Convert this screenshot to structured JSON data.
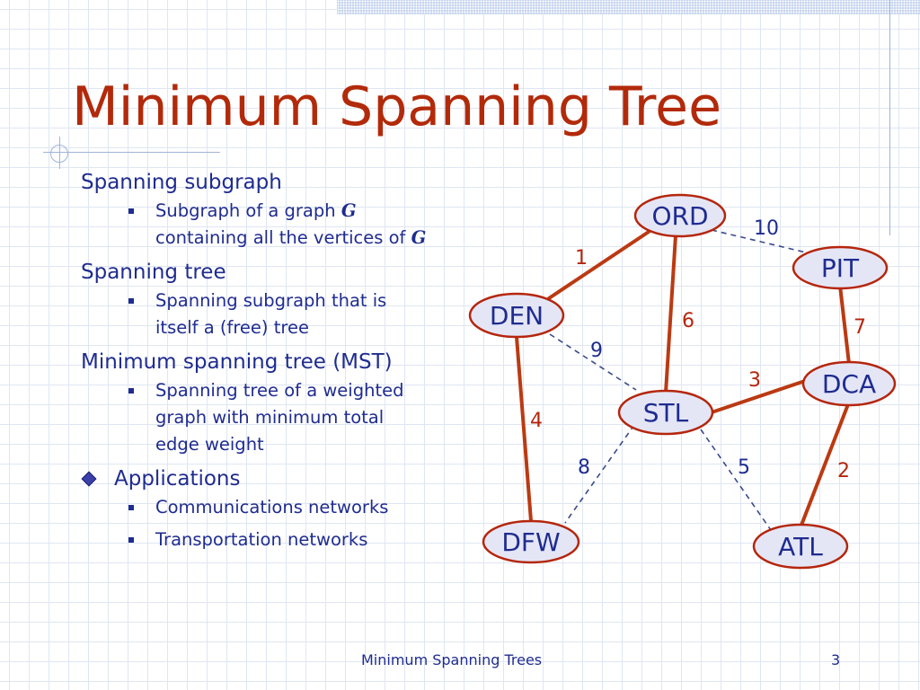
{
  "slide": {
    "title": "Minimum Spanning Tree",
    "footer_title": "Minimum Spanning Trees",
    "page_number": "3"
  },
  "bullets": [
    {
      "text": "Spanning subgraph",
      "sub": [
        {
          "a": "Subgraph of a graph ",
          "g": "G",
          "b": "containing all the vertices of ",
          "g2": "G"
        }
      ]
    },
    {
      "text": "Spanning tree",
      "sub": [
        {
          "a": "Spanning subgraph that is",
          "b": "itself a (free) tree"
        }
      ]
    },
    {
      "text": "Minimum spanning tree (MST)",
      "sub": [
        {
          "a": "Spanning tree of a weighted",
          "b": "graph with minimum total",
          "c": "edge weight"
        }
      ]
    },
    {
      "text": "Applications",
      "sub": [
        {
          "a": "Communications networks"
        },
        {
          "a": "Transportation networks"
        }
      ]
    }
  ],
  "graph": {
    "nodes": {
      "ord": "ORD",
      "pit": "PIT",
      "den": "DEN",
      "dca": "DCA",
      "stl": "STL",
      "dfw": "DFW",
      "atl": "ATL"
    },
    "edges": [
      {
        "from": "ORD",
        "to": "DEN",
        "weight": "1",
        "in_mst": true
      },
      {
        "from": "ORD",
        "to": "PIT",
        "weight": "10",
        "in_mst": false
      },
      {
        "from": "ORD",
        "to": "STL",
        "weight": "6",
        "in_mst": true
      },
      {
        "from": "PIT",
        "to": "DCA",
        "weight": "7",
        "in_mst": true
      },
      {
        "from": "DEN",
        "to": "STL",
        "weight": "9",
        "in_mst": false
      },
      {
        "from": "DEN",
        "to": "DFW",
        "weight": "4",
        "in_mst": true
      },
      {
        "from": "STL",
        "to": "DCA",
        "weight": "3",
        "in_mst": true
      },
      {
        "from": "STL",
        "to": "DFW",
        "weight": "8",
        "in_mst": false
      },
      {
        "from": "STL",
        "to": "ATL",
        "weight": "5",
        "in_mst": false
      },
      {
        "from": "DCA",
        "to": "ATL",
        "weight": "2",
        "in_mst": true
      }
    ],
    "colors": {
      "mst_edge": "#bb3a12",
      "non_mst_edge": "#3b4a8a",
      "node_fill": "#e4e6f6",
      "node_border": "#b5260c",
      "text": "#1f2c8f",
      "title": "#b22a0a"
    }
  }
}
